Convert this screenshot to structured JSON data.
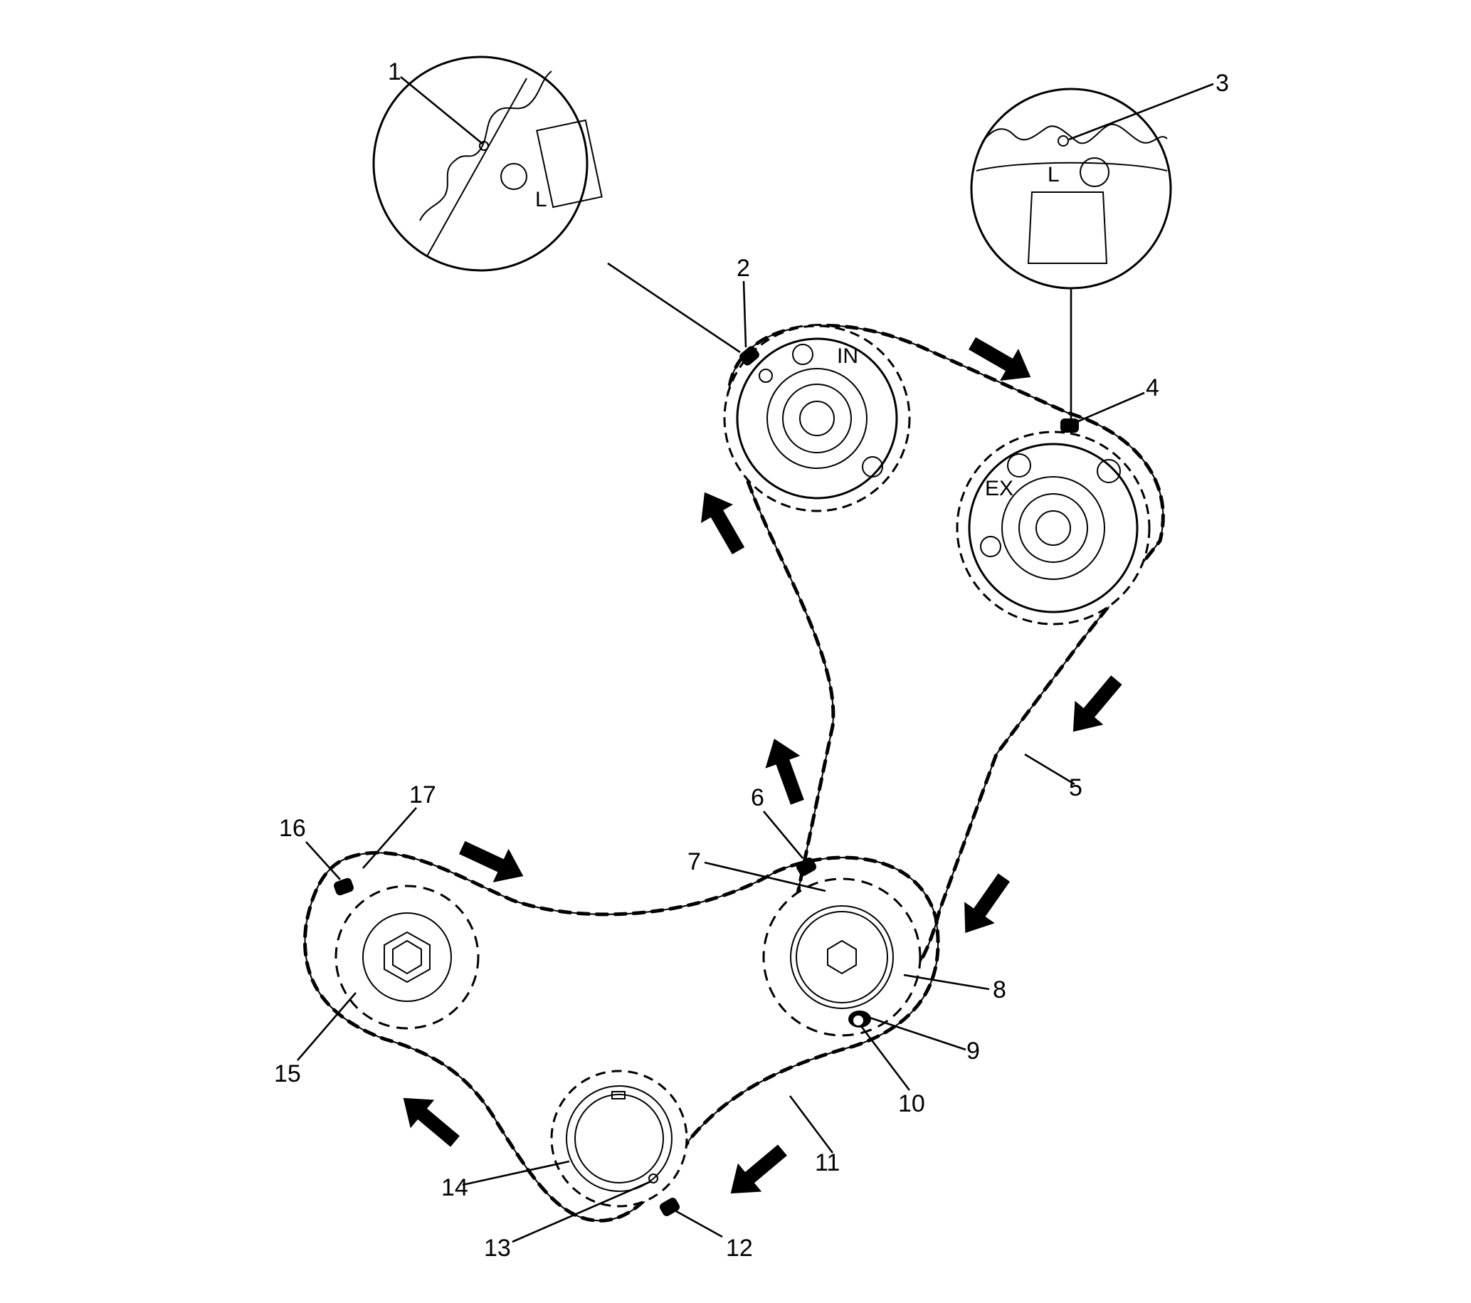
{
  "callouts": [
    {
      "id": "1",
      "label": "1"
    },
    {
      "id": "2",
      "label": "2"
    },
    {
      "id": "3",
      "label": "3"
    },
    {
      "id": "4",
      "label": "4"
    },
    {
      "id": "5",
      "label": "5"
    },
    {
      "id": "6",
      "label": "6"
    },
    {
      "id": "7",
      "label": "7"
    },
    {
      "id": "8",
      "label": "8"
    },
    {
      "id": "9",
      "label": "9"
    },
    {
      "id": "10",
      "label": "10"
    },
    {
      "id": "11",
      "label": "11"
    },
    {
      "id": "12",
      "label": "12"
    },
    {
      "id": "13",
      "label": "13"
    },
    {
      "id": "14",
      "label": "14"
    },
    {
      "id": "15",
      "label": "15"
    },
    {
      "id": "16",
      "label": "16"
    },
    {
      "id": "17",
      "label": "17"
    }
  ],
  "sprocket_marks": {
    "intake": "IN",
    "exhaust": "EX",
    "detail_left": "L",
    "detail_right": "L"
  }
}
